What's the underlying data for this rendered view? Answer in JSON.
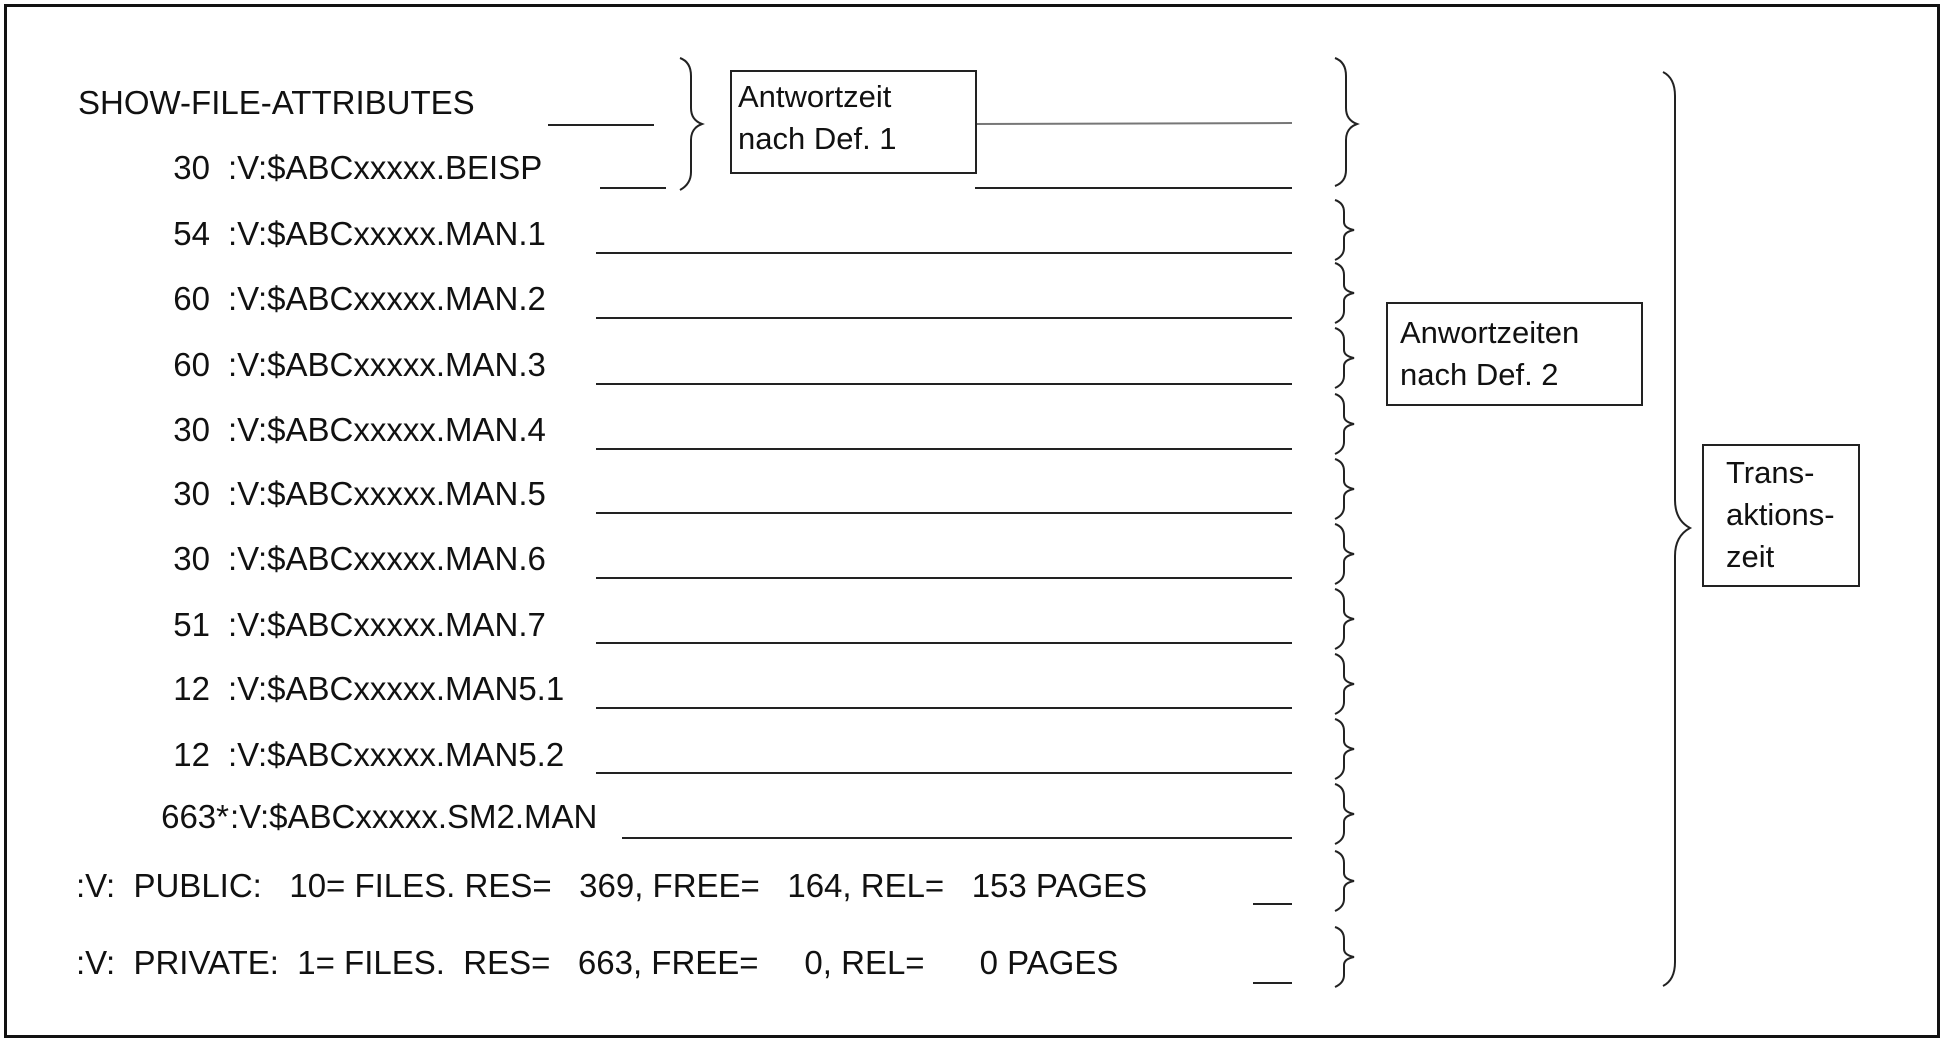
{
  "command": "SHOW-FILE-ATTRIBUTES",
  "files": [
    {
      "size": "30",
      "name": ":V:$ABCxxxxx.BEISP"
    },
    {
      "size": "54",
      "name": ":V:$ABCxxxxx.MAN.1"
    },
    {
      "size": "60",
      "name": ":V:$ABCxxxxx.MAN.2"
    },
    {
      "size": "60",
      "name": ":V:$ABCxxxxx.MAN.3"
    },
    {
      "size": "30",
      "name": ":V:$ABCxxxxx.MAN.4"
    },
    {
      "size": "30",
      "name": ":V:$ABCxxxxx.MAN.5"
    },
    {
      "size": "30",
      "name": ":V:$ABCxxxxx.MAN.6"
    },
    {
      "size": "51",
      "name": ":V:$ABCxxxxx.MAN.7"
    },
    {
      "size": "12",
      "name": ":V:$ABCxxxxx.MAN5.1"
    },
    {
      "size": "12",
      "name": ":V:$ABCxxxxx.MAN5.2"
    },
    {
      "size": "663*",
      "name": ":V:$ABCxxxxx.SM2.MAN"
    }
  ],
  "summary": {
    "public": ":V:  PUBLIC:   10= FILES. RES=   369, FREE=   164, REL=   153 PAGES",
    "private": ":V:  PRIVATE:  1= FILES.  RES=   663, FREE=     0, REL=      0 PAGES"
  },
  "labels": {
    "def1_line1": "Antwortzeit",
    "def1_line2": "nach Def. 1",
    "def2_line1": "Anwortzeiten",
    "def2_line2": "nach Def. 2",
    "trans_line1": "Trans-",
    "trans_line2": "aktions-",
    "trans_line3": "zeit"
  }
}
